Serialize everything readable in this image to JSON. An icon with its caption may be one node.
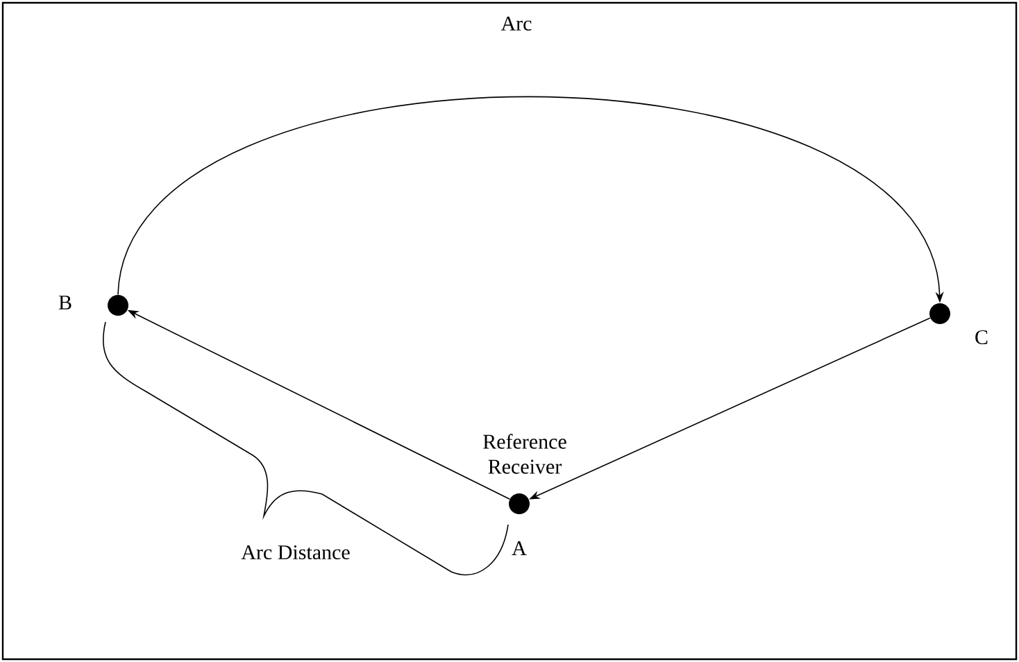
{
  "diagram": {
    "nodes": [
      {
        "text": [],
        "shape": "circle",
        "beside": [
          "B"
        ]
      },
      {
        "text": [],
        "shape": "circle",
        "beside": [
          "C"
        ]
      },
      {
        "text": [],
        "shape": "circle",
        "beside": [
          "Reference Receiver",
          "A"
        ]
      }
    ],
    "edges": [
      {
        "from": 0,
        "to": 1,
        "arrow": "to",
        "label": "Arc"
      },
      {
        "from": 2,
        "to": 0,
        "arrow": "to"
      },
      {
        "from": 1,
        "to": 2,
        "arrow": "to"
      }
    ],
    "labels": [
      "Arc Distance"
    ]
  }
}
